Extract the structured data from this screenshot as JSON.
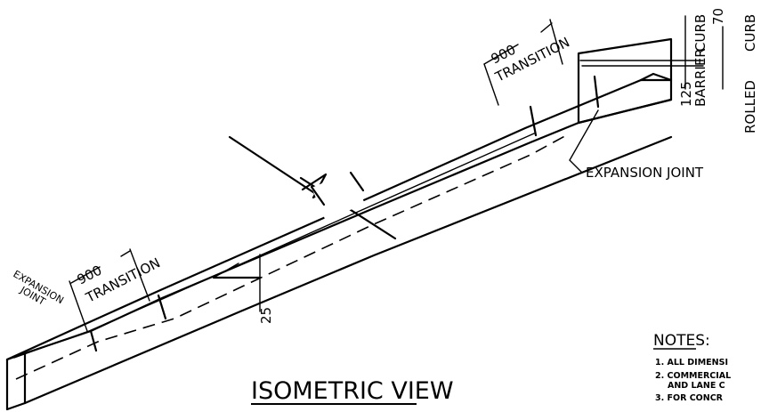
{
  "drawing": {
    "title": "ISOMETRIC VIEW",
    "labels": {
      "transition_top_dim": "900",
      "transition_top": "TRANSITION",
      "transition_bottom_dim": "900",
      "transition_bottom": "TRANSITION",
      "expansion_joint_right": "EXPANSION JOINT",
      "expansion_joint_left_1": "EXPANSION",
      "expansion_joint_left_2": "JOINT",
      "depression_dim": "25",
      "barrier_dim": "125",
      "barrier_text_1": "BARRIER",
      "barrier_text_2": "CURB",
      "rolled_dim": "70",
      "rolled_text_1": "ROLLED",
      "rolled_text_2": "CURB"
    },
    "notes": {
      "heading": "NOTES:",
      "items": [
        "1. ALL DIMENSI",
        "2. COMMERCIAL",
        "AND LANE C",
        "3. FOR CONCR"
      ]
    }
  }
}
